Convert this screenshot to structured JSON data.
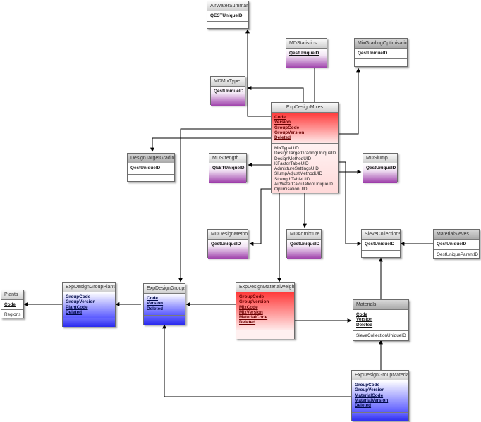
{
  "entities": {
    "airwatersummary": {
      "title": "AirWaterSummary",
      "keys": [
        "QESTUniqueID"
      ],
      "fields": []
    },
    "mdstatistics": {
      "title": "MDStatistics",
      "keys": [
        "QestUniqueID"
      ],
      "fields": []
    },
    "mixgrading": {
      "title": "MixGradingOptimisation",
      "keys": [
        "QestUniqueID"
      ],
      "fields": []
    },
    "mdmixtype": {
      "title": "MDMixType",
      "keys": [
        "QestUniqueID"
      ],
      "fields": []
    },
    "expdesignmixes": {
      "title": "ExpDesignMixes",
      "keys": [
        "Code",
        "Version",
        "GroupCode",
        "GroupVersion",
        "Deleted"
      ],
      "fields": [
        "MixTypeUID",
        "DesignTargetGradingUniqueID",
        "DesignMethodUID",
        "KFactorTableUID",
        "AdmixtureSettingsUID",
        "SlumpAdjustMethodUID",
        "StrengthTableUID",
        "AirWaterCalculationUniqueID",
        "OptimisationUID"
      ]
    },
    "designtargetgrading": {
      "title": "DesignTargetGrading",
      "keys": [
        "QestUniqueID"
      ],
      "fields": []
    },
    "mdstrength": {
      "title": "MDStrength",
      "keys": [
        "QESTUniqueID"
      ],
      "fields": []
    },
    "mdslump": {
      "title": "MDSlump",
      "keys": [
        "QestUniqueID"
      ],
      "fields": []
    },
    "mddesignmethod": {
      "title": "MDDesignMethod",
      "keys": [
        "QestUniqueID"
      ],
      "fields": []
    },
    "mdadmixture": {
      "title": "MDAdmixture",
      "keys": [
        "QestUniqueID"
      ],
      "fields": []
    },
    "sievecollections": {
      "title": "SieveCollections",
      "keys": [
        "QestUniqueID"
      ],
      "fields": []
    },
    "materialsieves": {
      "title": "MaterialSieves",
      "keys": [
        "QestUniqueID"
      ],
      "fields": [
        "QestUniqueParentID"
      ]
    },
    "plants": {
      "title": "Plants",
      "keys": [
        "Code"
      ],
      "fields": [
        "Regions"
      ]
    },
    "expdesigngroupplants": {
      "title": "ExpDesignGroupPlants",
      "keys": [
        "GroupCode",
        "GroupVersion",
        "PlantCode",
        "Deleted"
      ],
      "fields": []
    },
    "expdesigngroups": {
      "title": "ExpDesignGroups",
      "keys": [
        "Code",
        "Version",
        "Deleted"
      ],
      "fields": []
    },
    "expdesignmaterialweights": {
      "title": "ExpDesignMaterialWeights",
      "keys": [
        "GroupCode",
        "GroupVersion",
        "MixCode",
        "MixVersion",
        "MaterialCode",
        "Deleted"
      ],
      "fields": []
    },
    "materials": {
      "title": "Materials",
      "keys": [
        "Code",
        "Version",
        "Deleted"
      ],
      "fields": [
        "SieveCollectionUniqueID"
      ]
    },
    "expdesigngroupmaterials": {
      "title": "ExpDesignGroupMaterials",
      "keys": [
        "GroupCode",
        "GroupVersion",
        "MaterialCode",
        "MaterialVersion",
        "Deleted"
      ],
      "fields": []
    }
  },
  "colors": {
    "line": "#000000",
    "red_header_gradient": [
      "#ff3a3a",
      "#ffe8e8"
    ],
    "blue_gradient": [
      "#ffffff",
      "#5b5bff"
    ],
    "purple_gradient": [
      "#ffffff",
      "#9b3aa8"
    ]
  }
}
